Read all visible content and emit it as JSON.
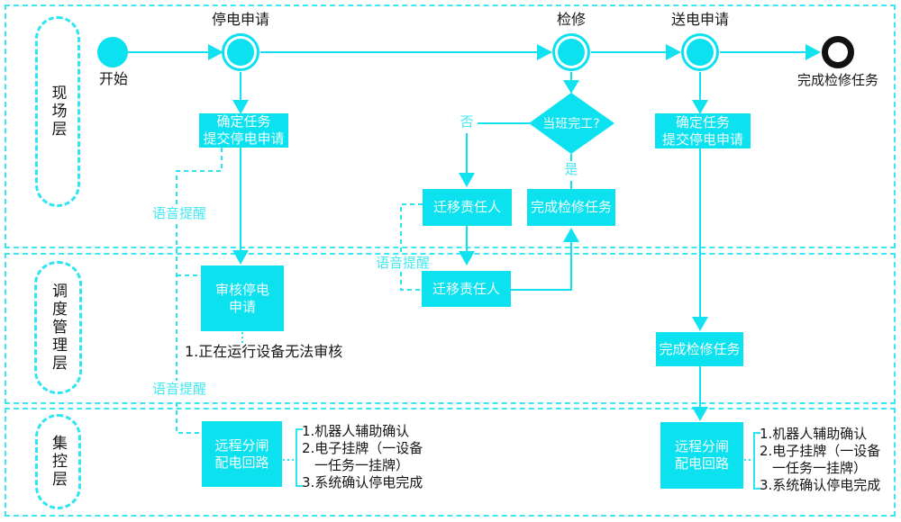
{
  "colors": {
    "cyan": "#0ce1f0",
    "cyan_light": "#3ce7f2",
    "ink": "#161616",
    "box_text": "#f4ffff"
  },
  "lanes": [
    {
      "label": "现场层"
    },
    {
      "label": "调度管理层"
    },
    {
      "label": "集控层"
    }
  ],
  "nodes": {
    "start": {
      "label": "开始"
    },
    "outage_request": {
      "label": "停电申请"
    },
    "maintenance": {
      "label": "检修"
    },
    "power_send_request": {
      "label": "送电申请"
    },
    "end": {
      "label": "完成检修任务"
    }
  },
  "boxes": {
    "confirm_left": {
      "line1": "确定任务",
      "line2": "提交停电申请"
    },
    "confirm_right": {
      "line1": "确定任务",
      "line2": "提交停电申请"
    },
    "decision": {
      "label": "当班完工?"
    },
    "transfer_top": {
      "label": "迁移责任人"
    },
    "complete_top": {
      "label": "完成检修任务"
    },
    "review": {
      "line1": "审核停电",
      "line2": "申请"
    },
    "transfer_mid": {
      "label": "迁移责任人"
    },
    "complete_mid": {
      "label": "完成检修任务"
    },
    "remote_left": {
      "line1": "远程分闸",
      "line2": "配电回路"
    },
    "remote_right": {
      "line1": "远程分闸",
      "line2": "配电回路"
    }
  },
  "edge_labels": {
    "no": "否",
    "yes": "是",
    "voice": "语音提醒"
  },
  "notes": {
    "review_note": "1.正在运行设备无法审核",
    "remote_list": [
      "1.机器人辅助确认",
      "2.电子挂牌（一设备",
      "一任务一挂牌）",
      "3.系统确认停电完成"
    ]
  }
}
